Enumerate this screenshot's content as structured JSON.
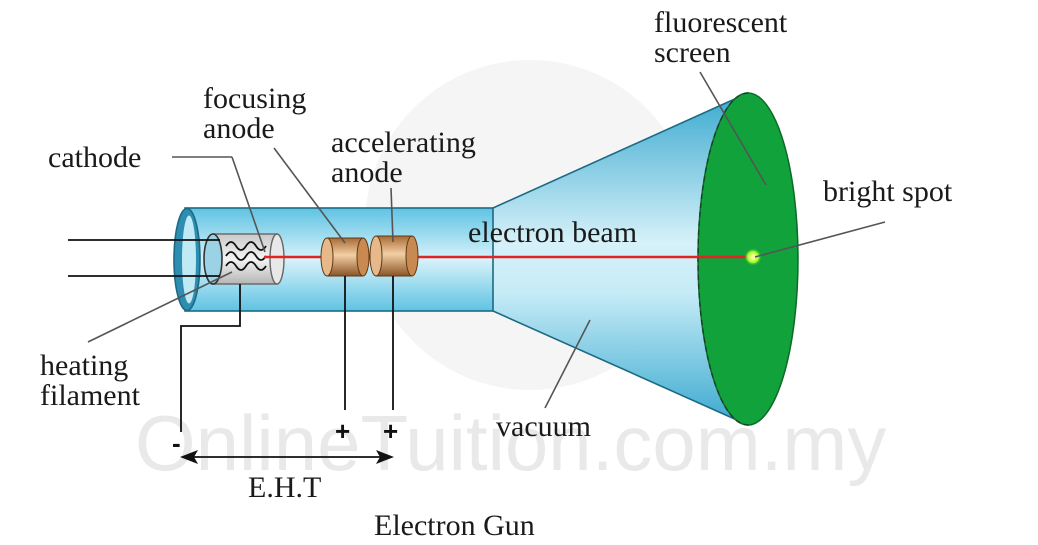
{
  "labels": {
    "fluorescent_screen_1": "fluorescent",
    "fluorescent_screen_2": "screen",
    "focusing_anode_1": "focusing",
    "focusing_anode_2": "anode",
    "accelerating_anode_1": "accelerating",
    "accelerating_anode_2": "anode",
    "cathode": "cathode",
    "bright_spot": "bright spot",
    "electron_beam": "electron beam",
    "heating_filament_1": "heating",
    "heating_filament_2": "filament",
    "vacuum": "vacuum",
    "eht": "E.H.T",
    "electron_gun": "Electron Gun",
    "minus": "-",
    "plus_focusing": "+",
    "plus_accelerating": "+"
  },
  "watermark": "OnlineTuition.com.my",
  "colors": {
    "tube": "#8fd6ea",
    "tube_edge": "#1c6a84",
    "screen": "#12a23c",
    "beam": "#e02424",
    "anode": "#c98a52",
    "spot": "#b6ff3a"
  }
}
